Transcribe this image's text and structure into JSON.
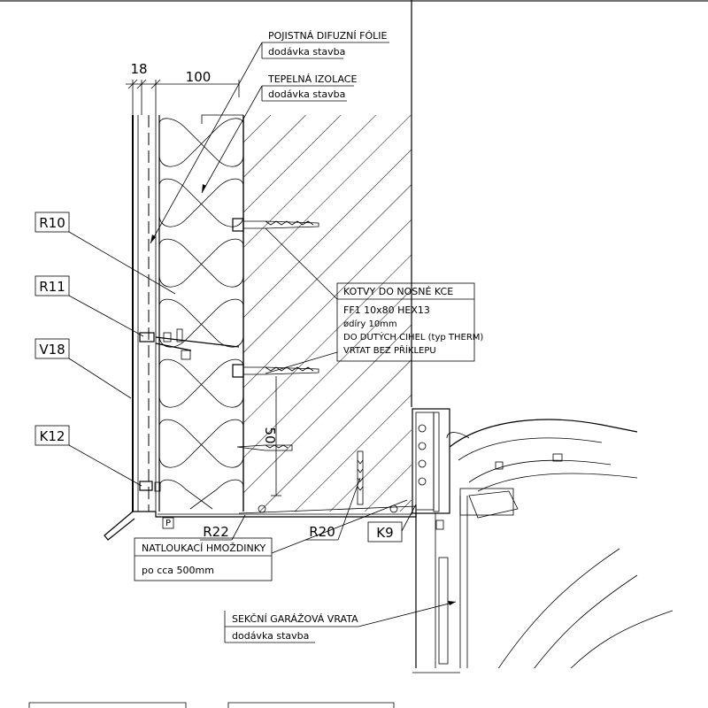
{
  "dimensions": {
    "d18": "18",
    "d100": "100",
    "d50": "50"
  },
  "callouts": {
    "foil": {
      "title": "POJISTNÁ DIFUZNÍ FÓLIE",
      "sub": "dodávka stavba"
    },
    "insulation": {
      "title": "TEPELNÁ IZOLACE",
      "sub": "dodávka stavba"
    },
    "anchors": {
      "title": "KOTVY DO NOSNÉ KCE",
      "line1": "FF1 10x80 HEX13",
      "line2": "ødíry 10mm",
      "line3": "DO DUTÝCH CIHEL (typ THERM)",
      "line4": "VRTAT BEZ PŘÍKLEPU"
    },
    "dowels": {
      "title": "NATLOUKACÍ HMOŽDINKY",
      "sub": "po cca 500mm"
    },
    "door": {
      "title": "SEKČNÍ GARÁŽOVÁ VRATA",
      "sub": "dodávka stavba"
    }
  },
  "tags": {
    "r10": "R10",
    "r11": "R11",
    "v18": "V18",
    "k12": "K12",
    "r22": "R22",
    "r20": "R20",
    "k9": "K9",
    "p": "P"
  }
}
